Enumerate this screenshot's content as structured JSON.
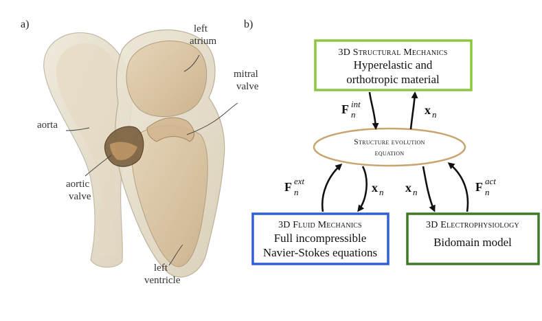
{
  "panel_a": {
    "label": "a)",
    "labels": {
      "left_atrium": [
        "left",
        "atrium"
      ],
      "mitral_valve": [
        "mitral",
        "valve"
      ],
      "aorta": "aorta",
      "aortic_valve": [
        "aortic",
        "valve"
      ],
      "left_ventricle": [
        "left",
        "ventricle"
      ]
    }
  },
  "panel_b": {
    "label": "b)",
    "structural": {
      "title": "3D Structural Mechanics",
      "lines": [
        "Hyperelastic and",
        "orthotropic material"
      ],
      "border_color": "#8dc63f"
    },
    "central": {
      "lines": [
        "Structure evolution",
        "equation"
      ],
      "border_color": "#c8a46e"
    },
    "fluid": {
      "title": "3D Fluid Mechanics",
      "lines": [
        "Full incompressible",
        "Navier-Stokes equations"
      ],
      "border_color": "#2f5fd8"
    },
    "electro": {
      "title": "3D Electrophysiology",
      "lines": [
        "Bidomain model"
      ],
      "border_color": "#3c7a23"
    },
    "arrows": {
      "f_int": {
        "symbol": "F",
        "sup": "int",
        "sub": "n"
      },
      "x_top": {
        "symbol": "x",
        "sub": "n"
      },
      "f_ext": {
        "symbol": "F",
        "sup": "ext",
        "sub": "n"
      },
      "x_fluid": {
        "symbol": "x",
        "sub": "n"
      },
      "x_electro": {
        "symbol": "x",
        "sub": "n"
      },
      "f_act": {
        "symbol": "F",
        "sup": "act",
        "sub": "n"
      }
    }
  }
}
